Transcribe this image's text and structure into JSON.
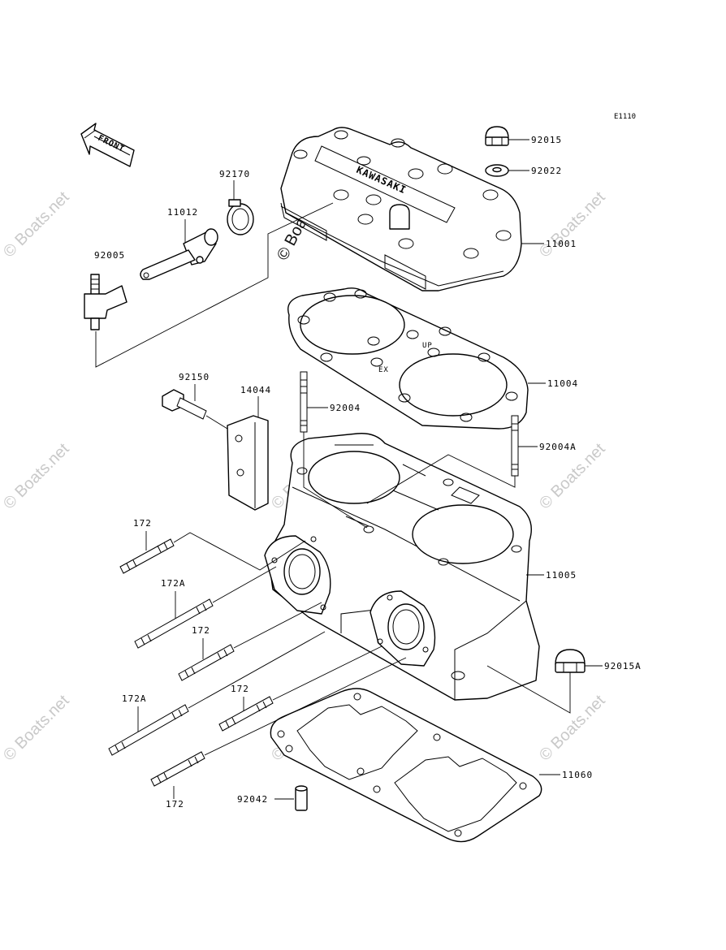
{
  "diagram": {
    "reference_code": "E1110",
    "front_arrow_label": "FRONT",
    "watermark_text": "© Boats.net",
    "engine_marking": "KAWASAKI",
    "gasket_marks": {
      "up": "UP",
      "ex": "EX"
    },
    "callouts": {
      "p92015": "92015",
      "p92022": "92022",
      "p11001": "11001",
      "p92170": "92170",
      "p11012": "11012",
      "p92005": "92005",
      "p11004": "11004",
      "p92150": "92150",
      "p14044": "14044",
      "p92004": "92004",
      "p92004A": "92004A",
      "p11005": "11005",
      "p172a": "172",
      "p172Aa": "172A",
      "p172b": "172",
      "p92015A": "92015A",
      "p172Ab": "172A",
      "p172c": "172",
      "p11060": "11060",
      "p172d": "172",
      "p92042": "92042"
    }
  }
}
